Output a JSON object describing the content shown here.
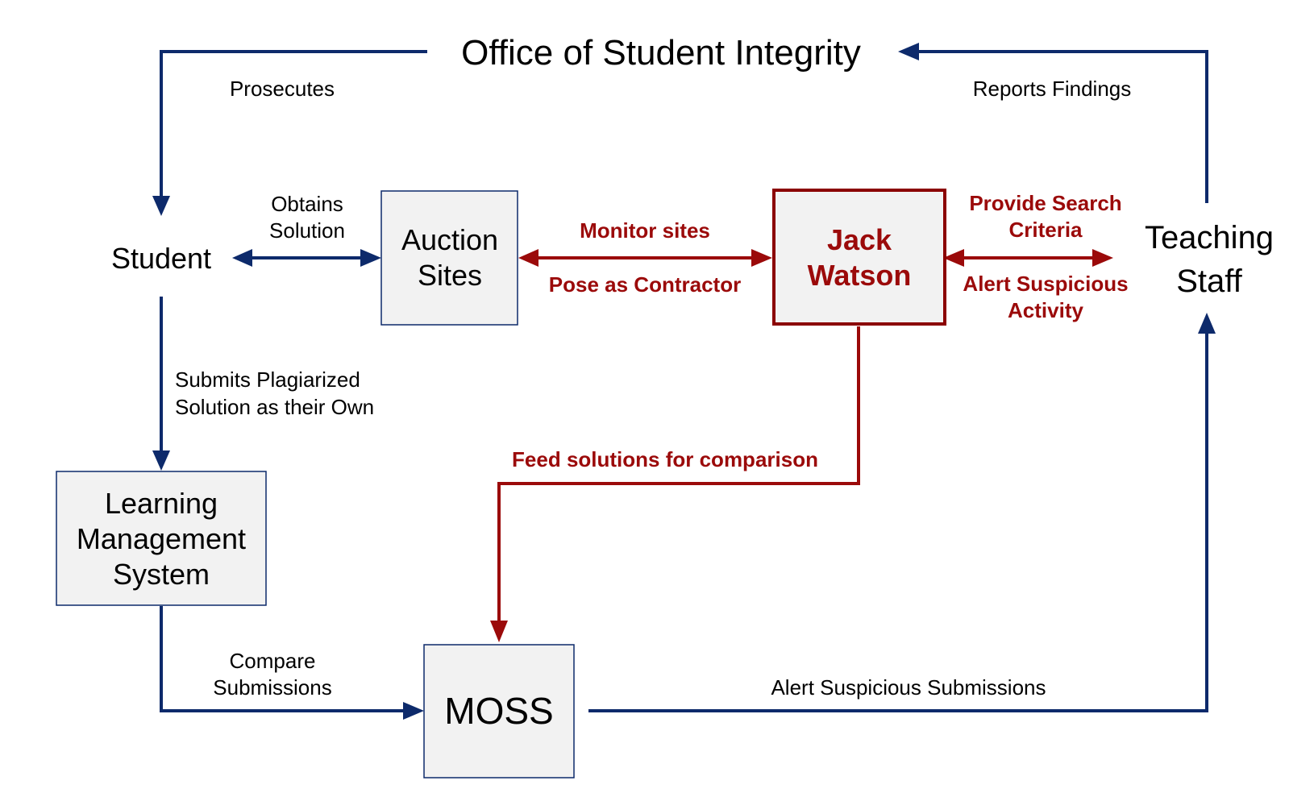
{
  "title": "Office of Student Integrity",
  "nodes": {
    "student": "Student",
    "auction_sites": [
      "Auction",
      "Sites"
    ],
    "jack_watson": [
      "Jack",
      "Watson"
    ],
    "teaching_staff": [
      "Teaching",
      "Staff"
    ],
    "lms": [
      "Learning",
      "Management",
      "System"
    ],
    "moss": "MOSS"
  },
  "edges": {
    "prosecutes": "Prosecutes",
    "reports_findings": "Reports Findings",
    "obtains_solution": [
      "Obtains",
      "Solution"
    ],
    "monitor_sites": "Monitor sites",
    "pose_as_contractor": "Pose as Contractor",
    "provide_search_criteria": [
      "Provide Search",
      "Criteria"
    ],
    "alert_suspicious_activity": [
      "Alert Suspicious",
      "Activity"
    ],
    "submits_plagiarized": [
      "Submits Plagiarized",
      "Solution as their Own"
    ],
    "feed_solutions": "Feed solutions for comparison",
    "compare_submissions": [
      "Compare",
      "Submissions"
    ],
    "alert_suspicious_submissions": "Alert Suspicious Submissions"
  },
  "colors": {
    "blue_flow": "#0d2a6b",
    "red_flow": "#9b0a0a",
    "box_fill": "#f2f2f2"
  }
}
